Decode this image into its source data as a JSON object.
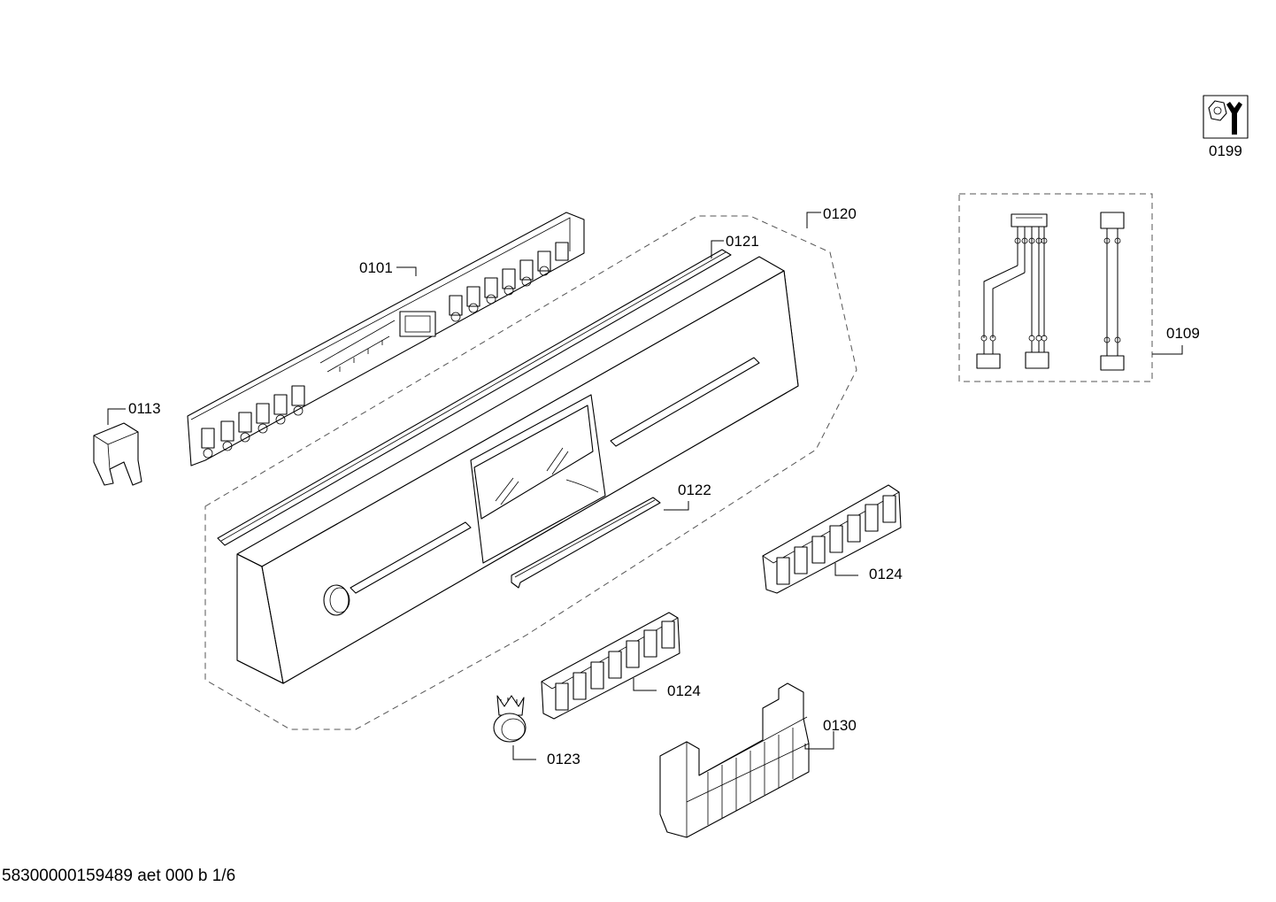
{
  "diagram": {
    "labels": {
      "p0101": "0101",
      "p0109": "0109",
      "p0113": "0113",
      "p0120": "0120",
      "p0121": "0121",
      "p0122": "0122",
      "p0123": "0123",
      "p0124a": "0124",
      "p0124b": "0124",
      "p0130": "0130",
      "p0199": "0199"
    },
    "icons": {
      "p0199": "nut-and-wrench-icon"
    }
  },
  "footer": {
    "text": "58300000159489 aet 000 b 1/6"
  }
}
